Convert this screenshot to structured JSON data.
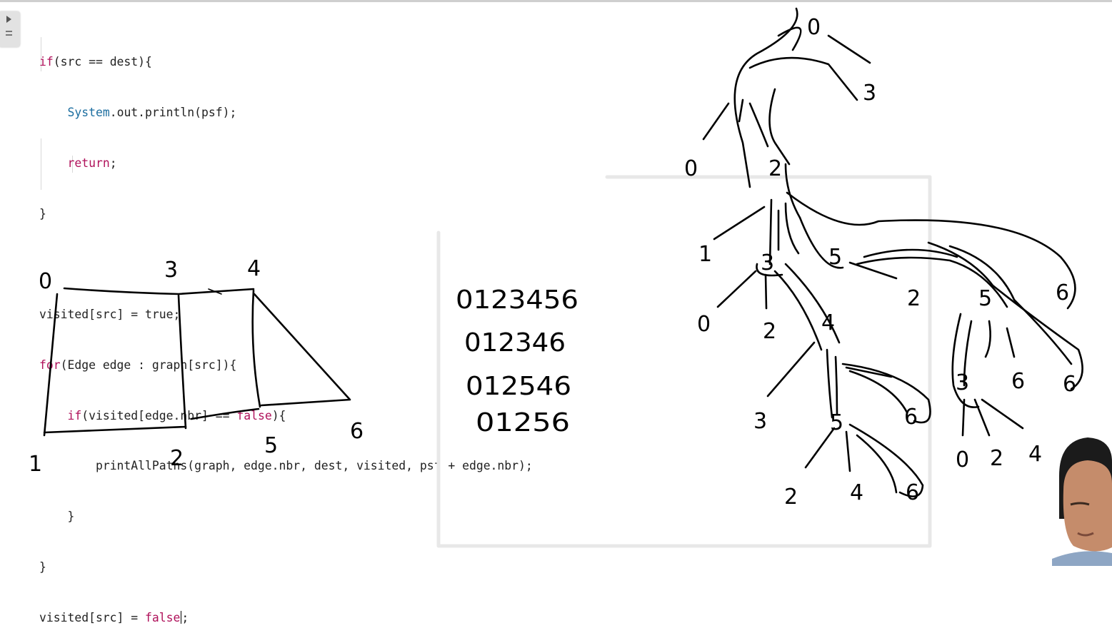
{
  "code": {
    "line1_kw": "if",
    "line1_rest": "(src == dest){",
    "line2_cls": "System",
    "line2_rest": ".out.println(psf);",
    "line3_kw": "return",
    "line3_rest": ";",
    "line4": "}",
    "line6": "visited[src] = true;",
    "line7_kw": "for",
    "line7_rest": "(Edge edge : graph[src]){",
    "line8_kw": "if",
    "line8_rest": "(visited[edge.nbr] == ",
    "line8_kw2": "false",
    "line8_end": "){",
    "line9": "printAllPaths(graph, edge.nbr, dest, visited, psf + edge.nbr);",
    "line10": "}",
    "line11": "}",
    "line12_a": "visited[src] = ",
    "line12_kw": "false",
    "line12_end": ";"
  },
  "graph_labels": {
    "n0": "0",
    "n1": "1",
    "n2": "2",
    "n3": "3",
    "n4": "4",
    "n5": "5",
    "n6": "6"
  },
  "paths": [
    "0123456",
    "012346",
    "012546",
    "01256"
  ],
  "tree_labels": {
    "root": "0",
    "r3": "3",
    "r0": "0",
    "r2": "2",
    "c1": "1",
    "c3": "3",
    "c5": "5",
    "c2": "2",
    "d0": "0",
    "d2": "2",
    "d4": "4",
    "d6": "6",
    "e3": "3",
    "e5": "5",
    "e6a": "6",
    "f2": "2",
    "f4": "4",
    "f6": "6",
    "g3": "3",
    "g5": "5",
    "g6": "6",
    "h0": "0",
    "h2": "2",
    "h4": "4"
  },
  "colors": {
    "keyword": "#b0125b",
    "class": "#1c6ea0",
    "ink": "#000000"
  },
  "icons": {
    "toggle": "play-arrow-icon",
    "list": "list-icon"
  }
}
